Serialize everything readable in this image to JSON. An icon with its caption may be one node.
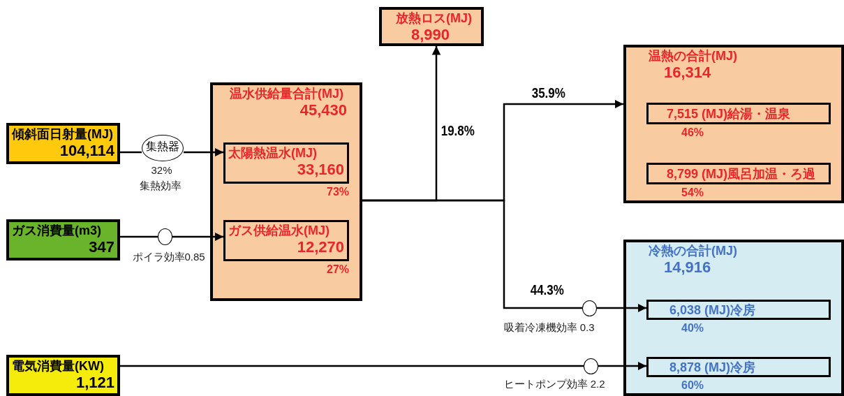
{
  "diagram": {
    "nodes": [
      {
        "text": [
          "放熱ロス(MJ)",
          "8,990"
        ]
      },
      {
        "text": [
          "温熱の合計(MJ)",
          "16,314"
        ]
      },
      {
        "text": [
          "7,515 (MJ)給湯・温泉"
        ],
        "in": 1,
        "beside": [
          "46%"
        ]
      },
      {
        "text": [
          "8,799 (MJ)風呂加温・ろ過"
        ],
        "in": 1,
        "beside": [
          "54%"
        ]
      },
      {
        "text": [
          "温水供給量合計(MJ)",
          "45,430"
        ]
      },
      {
        "text": [
          "太陽熱温水(MJ)",
          "33,160"
        ],
        "in": 4,
        "beside": [
          "73%"
        ]
      },
      {
        "text": [
          "傾斜面日射量(MJ)",
          "104,114"
        ]
      },
      {
        "text": [
          "集熱器"
        ],
        "beside": [
          "32%",
          "集熱効率"
        ]
      },
      {
        "text": [
          "ガス消費量(m3)",
          "347"
        ]
      },
      {
        "text": [],
        "shape": "circle",
        "beside": [
          "ポイラ効率0.85"
        ]
      },
      {
        "text": [
          "ガス供給温水(MJ)",
          "12,270"
        ],
        "in": 4,
        "beside": [
          "27%"
        ]
      },
      {
        "text": [
          "冷熱の合計(MJ)",
          "14,916"
        ]
      },
      {
        "text": [
          "6,038 (MJ)冷房"
        ],
        "in": 11,
        "beside": [
          "40%"
        ]
      },
      {
        "text": [
          "8,878 (MJ)冷房"
        ],
        "in": 11,
        "beside": [
          "60%"
        ]
      },
      {
        "text": [],
        "shape": "circle",
        "beside": [
          "吸着冷凍機効率 0.3"
        ]
      },
      {
        "text": [
          "電気消費量(KW)",
          "1,121"
        ]
      },
      {
        "text": [],
        "shape": "circle",
        "beside": [
          "ヒートポンプ効率 2.2"
        ]
      }
    ],
    "edges": [
      {
        "from": 6,
        "to": 7,
        "arrow": "none"
      },
      {
        "from": 7,
        "to": 5,
        "arrow": "to"
      },
      {
        "from": 8,
        "to": 9,
        "arrow": "none"
      },
      {
        "from": 9,
        "to": 10,
        "arrow": "to"
      },
      {
        "from": 4,
        "to": 0,
        "arrow": "to",
        "label": "19.8%"
      },
      {
        "from": 4,
        "to": 1,
        "arrow": "to",
        "label": "35.9%"
      },
      {
        "from": 4,
        "to": 14,
        "arrow": "none",
        "label": "44.3%"
      },
      {
        "from": 14,
        "to": 12,
        "arrow": "to"
      },
      {
        "from": 15,
        "to": 16,
        "arrow": "none"
      },
      {
        "from": 16,
        "to": 13,
        "arrow": "to"
      }
    ]
  }
}
